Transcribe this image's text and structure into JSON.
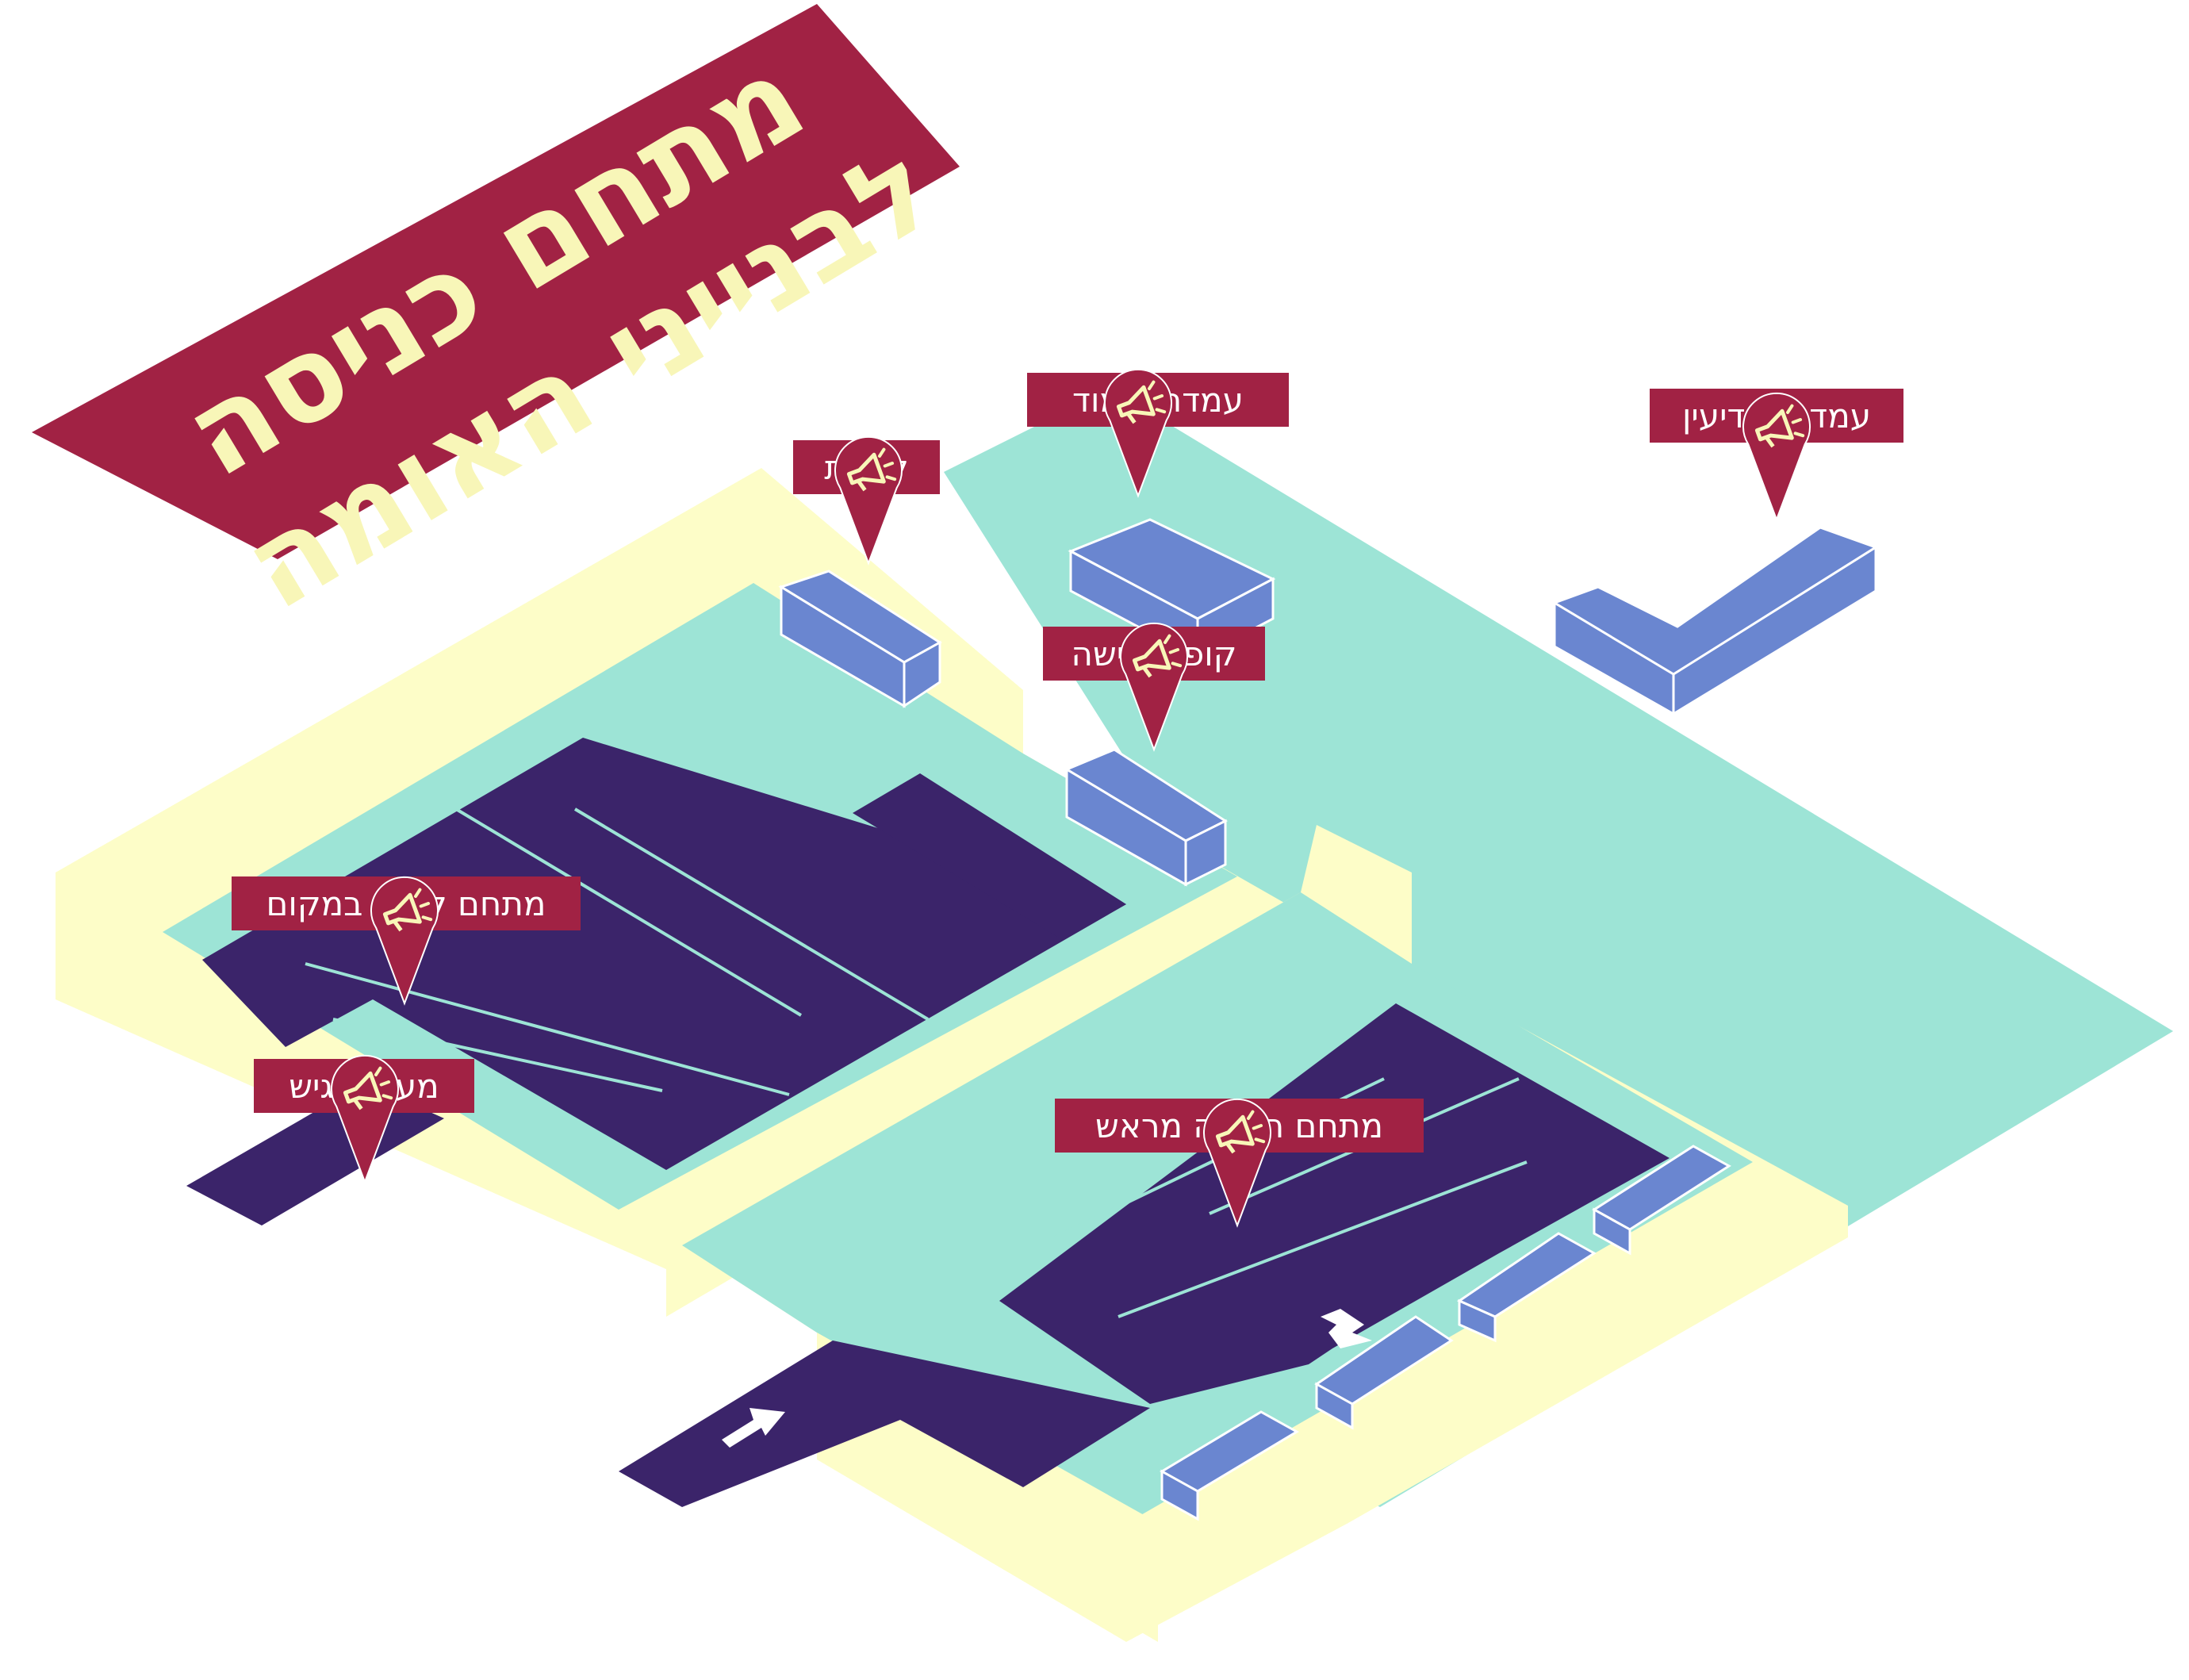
{
  "title": {
    "line1": "מתחם כניסה",
    "line2": "לבנייני האומה"
  },
  "colors": {
    "floor": "#9de4d6",
    "walls": "#fdfdc8",
    "queue": "#3b246a",
    "booth": "#6a86d0",
    "booth_edge": "#ffffff",
    "label_bg": "#a12244",
    "label_text": "#ffffff",
    "title_text": "#f8f6b8",
    "pin_icon": "#f8f6b8"
  },
  "pin_icon": "megaphone-icon",
  "arrow_icon": "arrow-icon",
  "locations": [
    {
      "id": "info-stand",
      "label": "עמדת מודיעין"
    },
    {
      "id": "wristband-stand",
      "label": "עמדת צימוד"
    },
    {
      "id": "ticket-offices",
      "label": "קופות"
    },
    {
      "id": "accessible-ticket-office",
      "label": "קופה נגישה"
    },
    {
      "id": "on-site-purchase",
      "label": "מתחם קנייה במקום"
    },
    {
      "id": "accessible-passage",
      "label": "מעבר נגיש"
    },
    {
      "id": "pre-order",
      "label": "מתחם הזמנה מראש"
    }
  ]
}
